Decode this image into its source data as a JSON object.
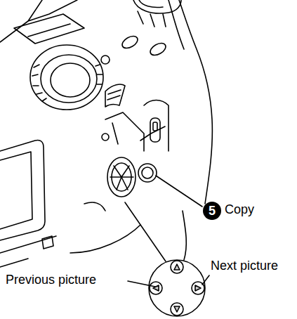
{
  "diagram": {
    "labels": [
      "5",
      "Copy",
      "Previous picture",
      "Next picture"
    ]
  }
}
